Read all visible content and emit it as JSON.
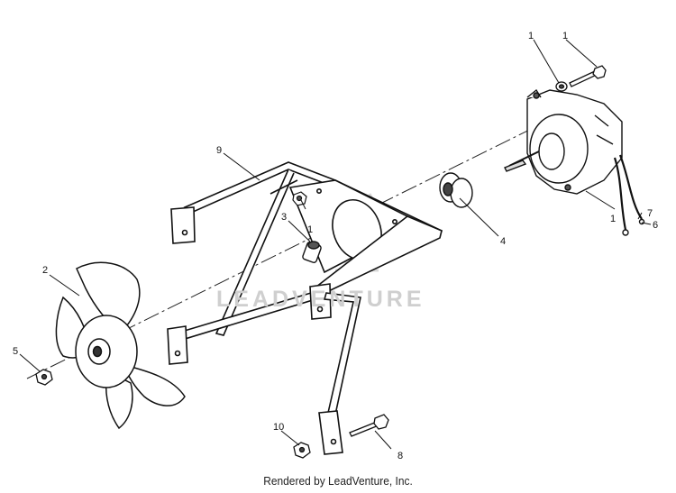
{
  "watermark": "LEADVENTURE",
  "footer": "Rendered by LeadVenture, Inc.",
  "callouts": {
    "c1a": "1",
    "c1b": "1",
    "c1c": "1",
    "c1d": "1",
    "c2": "2",
    "c3": "3",
    "c4": "4",
    "c5": "5",
    "c6": "6",
    "c7": "7",
    "c8": "8",
    "c9": "9",
    "c10": "10"
  }
}
